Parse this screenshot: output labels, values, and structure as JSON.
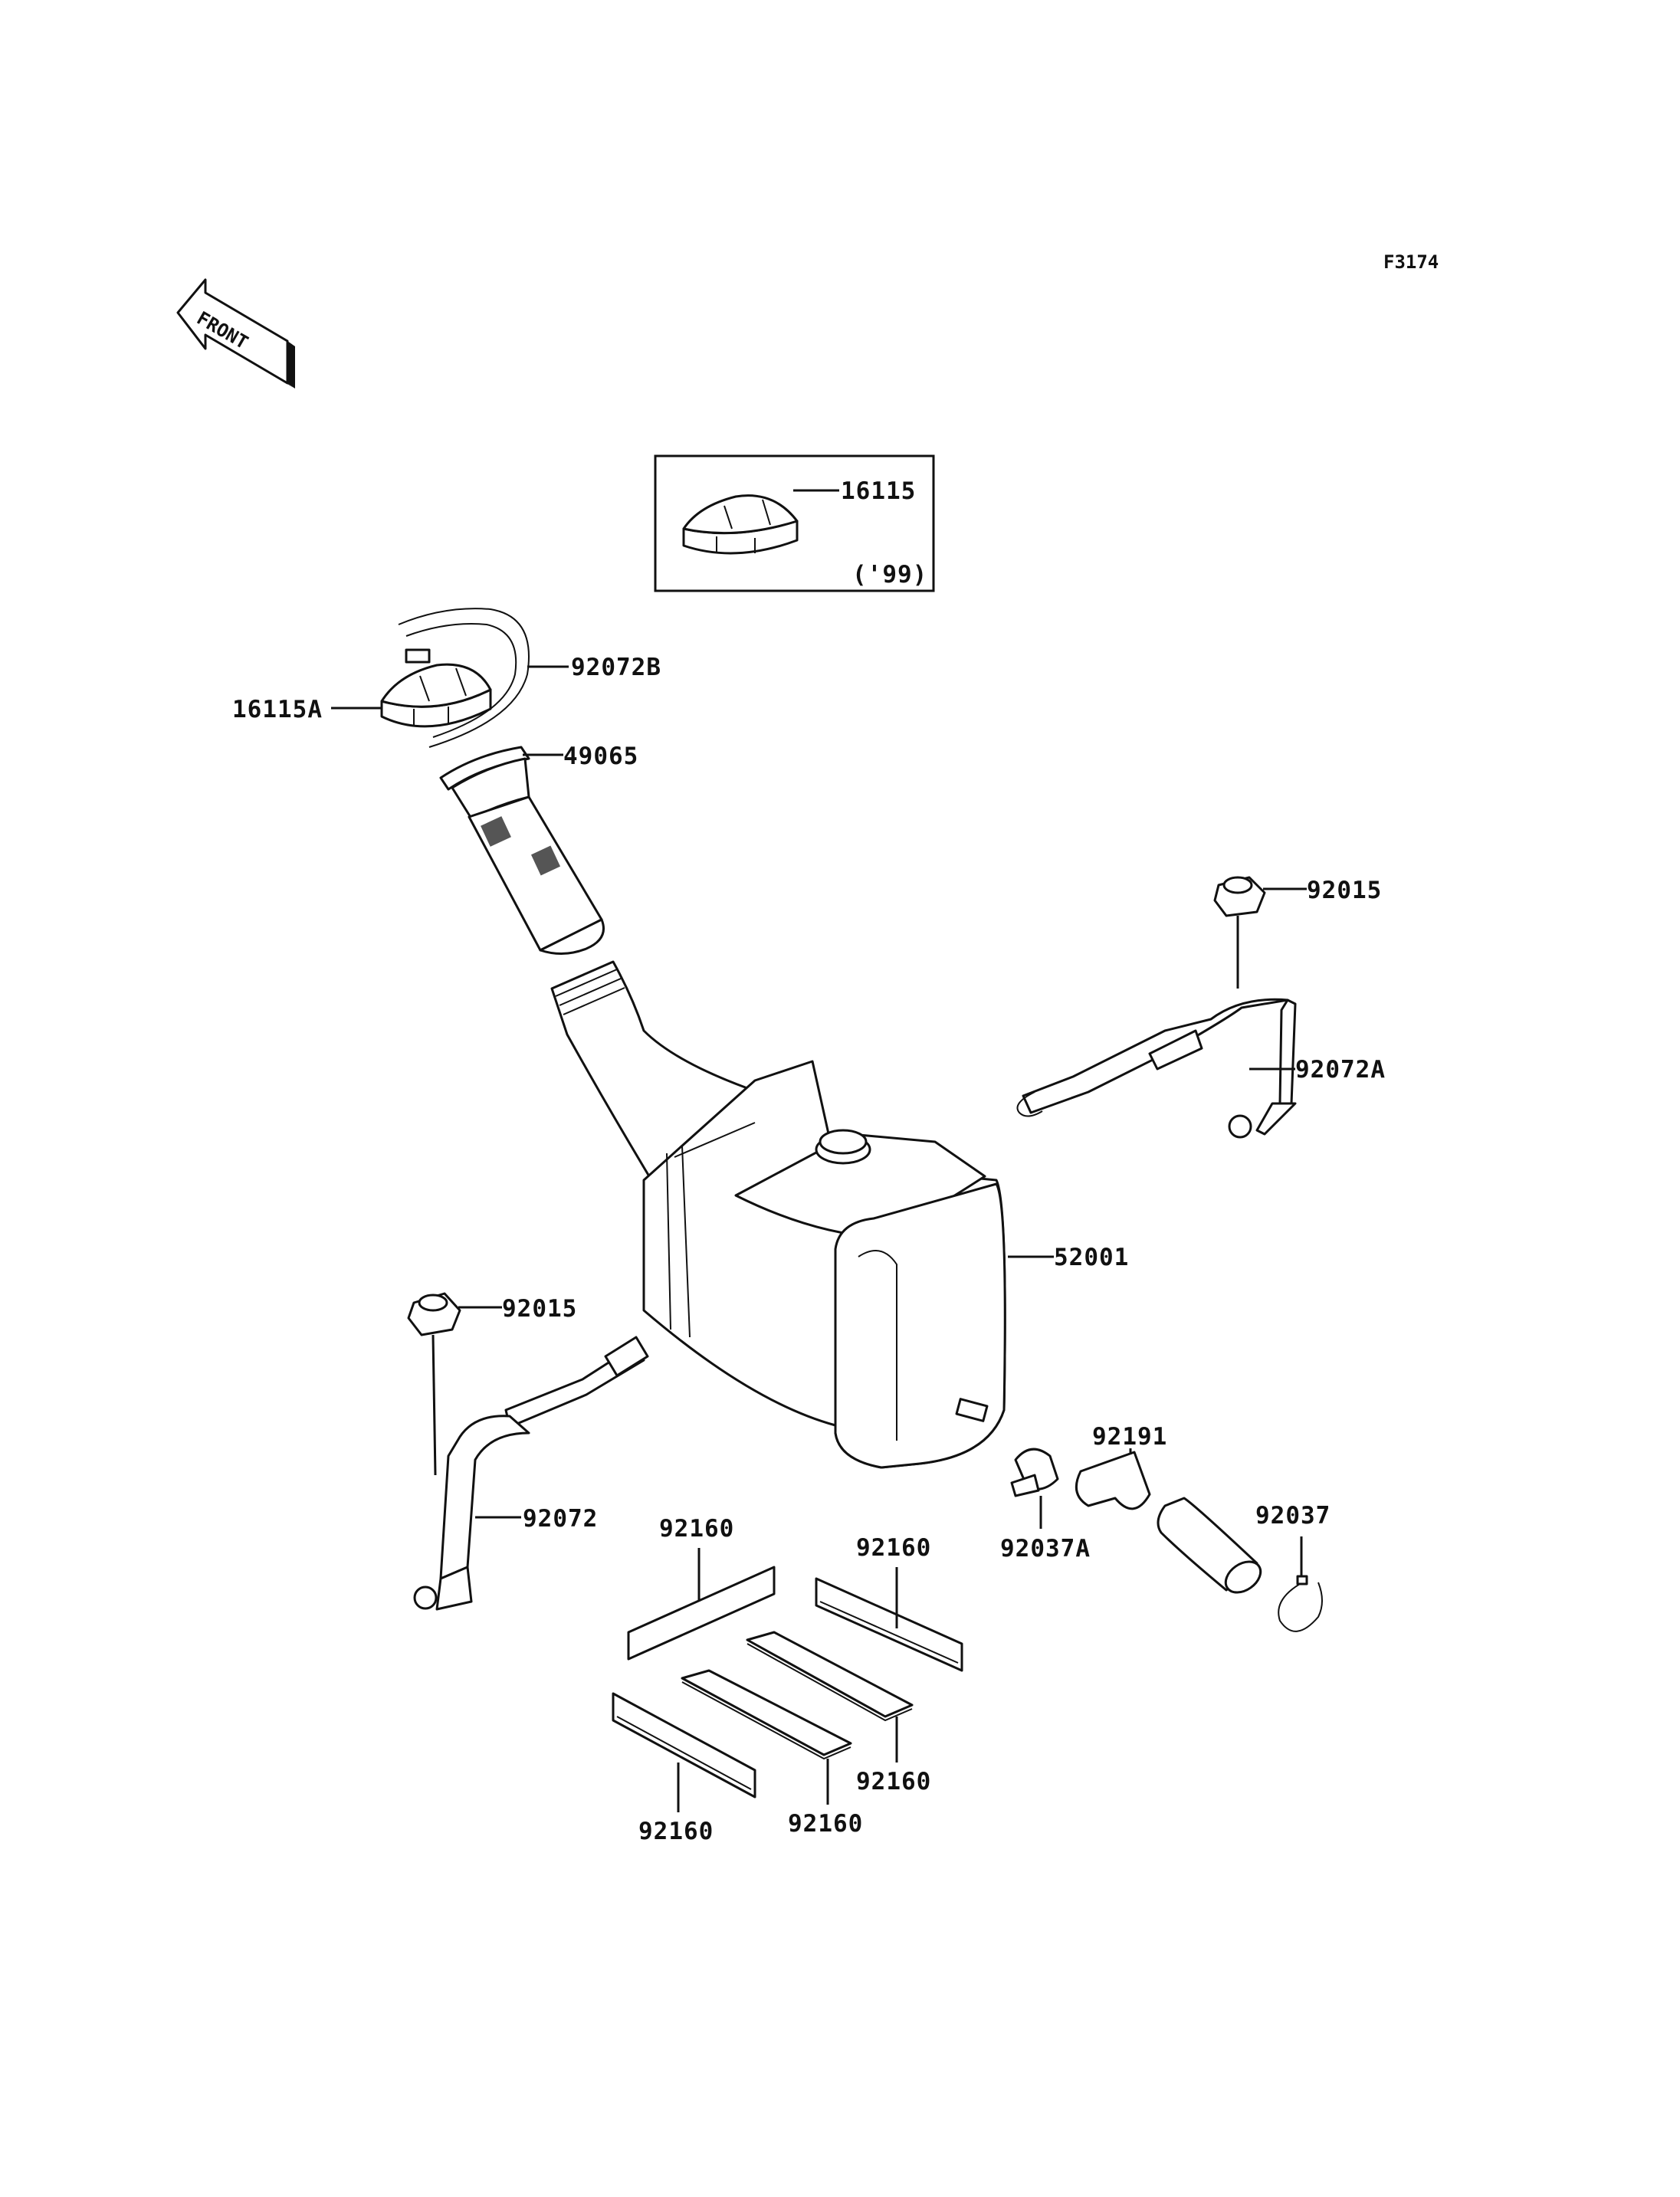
{
  "figure_code": "F3174",
  "front_label": "FRONT",
  "inset": {
    "part": "16115",
    "note": "('99)"
  },
  "parts": {
    "p16115A": "16115A",
    "p92072B": "92072B",
    "p49065": "49065",
    "p92015_top": "92015",
    "p92072A": "92072A",
    "p52001": "52001",
    "p92015_left": "92015",
    "p92072": "92072",
    "p92191": "92191",
    "p92037": "92037",
    "p92037A": "92037A",
    "p92160_a": "92160",
    "p92160_b": "92160",
    "p92160_c": "92160",
    "p92160_d": "92160",
    "p92160_e": "92160"
  }
}
